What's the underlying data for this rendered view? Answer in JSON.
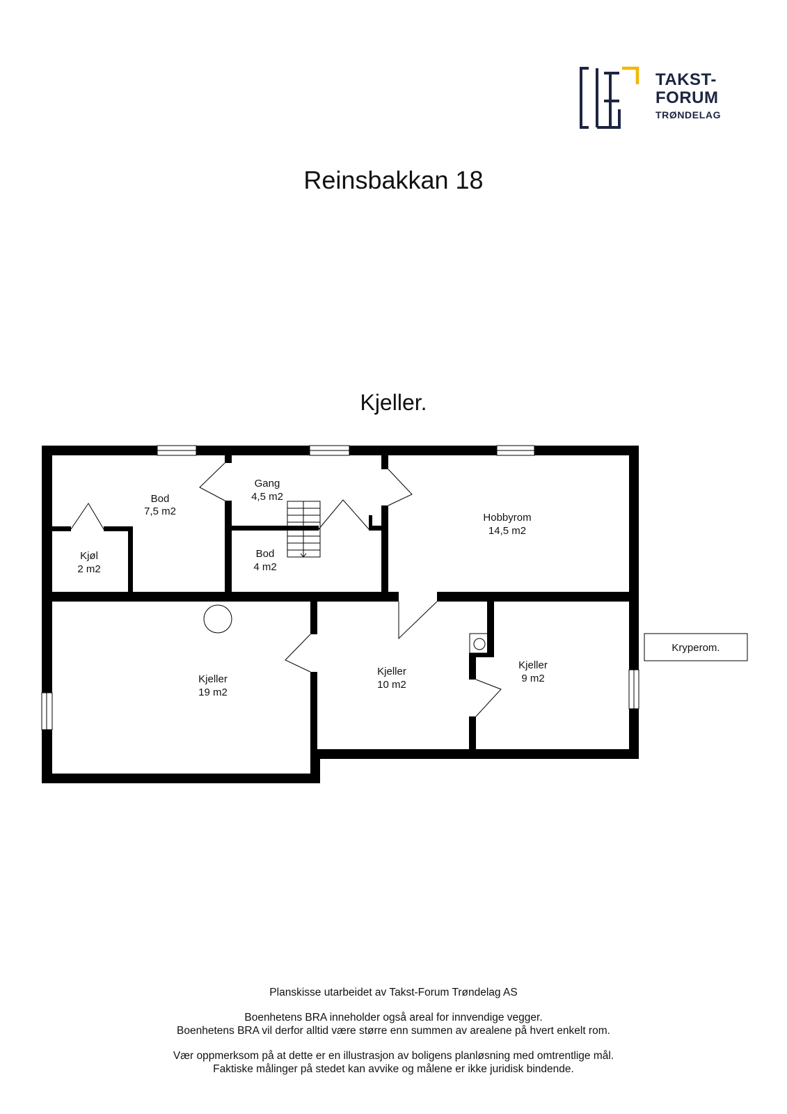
{
  "logo": {
    "line1": "TAKST-",
    "line2": "FORUM",
    "line3": "TRØNDELAG",
    "navy": "#1c2541",
    "gold": "#f2b705"
  },
  "title": "Reinsbakkan 18",
  "floor_label": "Kjeller.",
  "rooms": {
    "bod1": {
      "name": "Bod",
      "area": "7,5 m2"
    },
    "gang": {
      "name": "Gang",
      "area": "4,5 m2"
    },
    "hobby": {
      "name": "Hobbyrom",
      "area": "14,5 m2"
    },
    "kjol": {
      "name": "Kjøl",
      "area": "2 m2"
    },
    "bod2": {
      "name": "Bod",
      "area": "4 m2"
    },
    "kjeller19": {
      "name": "Kjeller",
      "area": "19 m2"
    },
    "kjeller10": {
      "name": "Kjeller",
      "area": "10 m2"
    },
    "kjeller9": {
      "name": "Kjeller",
      "area": "9 m2"
    },
    "kryperom": {
      "name": "Kryperom."
    }
  },
  "footer": {
    "line1": "Planskisse utarbeidet av Takst-Forum Trøndelag AS",
    "line2": "Boenhetens BRA inneholder også areal for innvendige vegger.",
    "line3": "Boenhetens BRA vil derfor alltid være større enn summen av arealene på hvert enkelt rom.",
    "line4": "Vær oppmerksom på at dette er en illustrasjon av boligens planløsning med omtrentlige mål.",
    "line5": "Faktiske målinger på stedet kan avvike og målene er ikke juridisk bindende."
  }
}
